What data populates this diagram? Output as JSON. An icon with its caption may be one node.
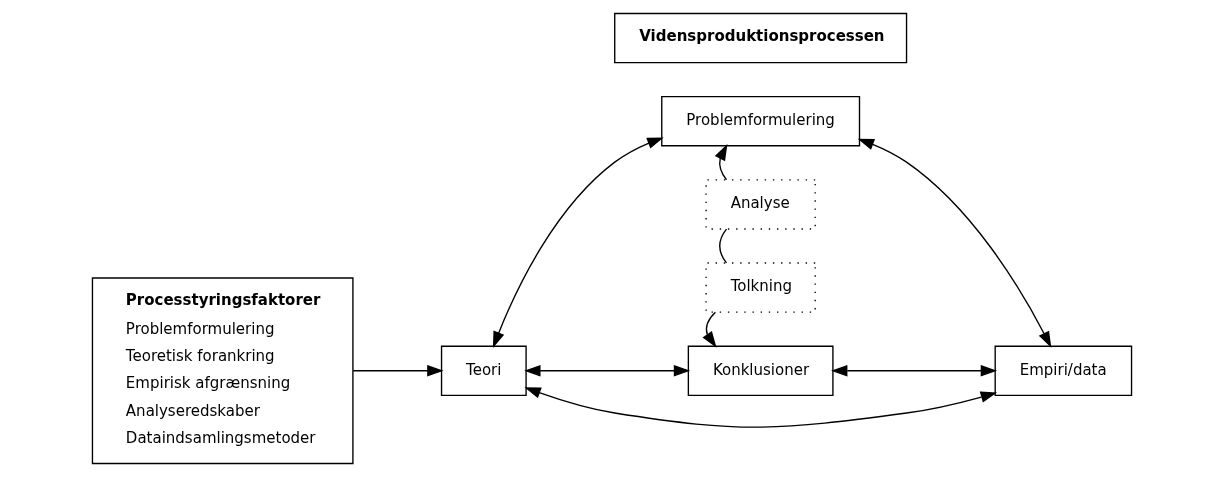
{
  "diagram": {
    "nodes": [
      {
        "text": [
          "Vidensproduktionsprocessen"
        ]
      },
      {
        "text": [
          "Processtyringsfaktorer",
          "Problemformulering",
          "Teoretisk forankring",
          "Empirisk afgrænsning",
          "Analyseredskaber",
          "Dataindsamlingsmetoder"
        ]
      },
      {
        "text": [
          "Problemformulering"
        ]
      },
      {
        "text": [
          "Teori"
        ]
      },
      {
        "text": [
          "Analyse"
        ]
      },
      {
        "text": [
          "Empiri/data"
        ]
      },
      {
        "text": [
          "Tolkning"
        ]
      },
      {
        "text": [
          "Konklusioner"
        ]
      }
    ],
    "edges": [
      {
        "from": 1,
        "to": 3,
        "arrow": "to"
      },
      {
        "from": 3,
        "to": 2,
        "arrow": "both"
      },
      {
        "from": 2,
        "to": 5,
        "arrow": "both"
      },
      {
        "from": 3,
        "to": 5,
        "arrow": "both"
      },
      {
        "from": 3,
        "to": 7,
        "arrow": "both"
      },
      {
        "from": 5,
        "to": 7,
        "arrow": "both"
      },
      {
        "from": 4,
        "to": 2,
        "arrow": "to"
      },
      {
        "from": 4,
        "to": 6,
        "arrow": "none"
      },
      {
        "from": 6,
        "to": 7,
        "arrow": "to"
      }
    ]
  }
}
